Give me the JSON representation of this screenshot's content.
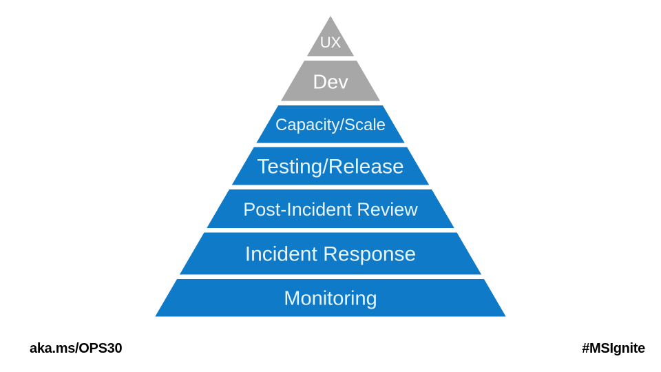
{
  "slide": {
    "footer_left": "aka.ms/OPS30",
    "footer_right": "#MSIgnite"
  },
  "pyramid": {
    "layers": [
      {
        "id": "ux",
        "label": "UX",
        "color": "gray"
      },
      {
        "id": "dev",
        "label": "Dev",
        "color": "gray"
      },
      {
        "id": "capacity-scale",
        "label": "Capacity/Scale",
        "color": "blue"
      },
      {
        "id": "testing-release",
        "label": "Testing/Release",
        "color": "blue"
      },
      {
        "id": "post-incident-review",
        "label": "Post-Incident Review",
        "color": "blue"
      },
      {
        "id": "incident-response",
        "label": "Incident Response",
        "color": "blue"
      },
      {
        "id": "monitoring",
        "label": "Monitoring",
        "color": "blue"
      }
    ]
  },
  "colors": {
    "gray": "#a7a7a7",
    "blue": "#0e7ac8",
    "text_on_gray": "#ffffff",
    "text_on_blue": "#e7f4fc",
    "footer_text": "#000000",
    "background": "#ffffff"
  }
}
